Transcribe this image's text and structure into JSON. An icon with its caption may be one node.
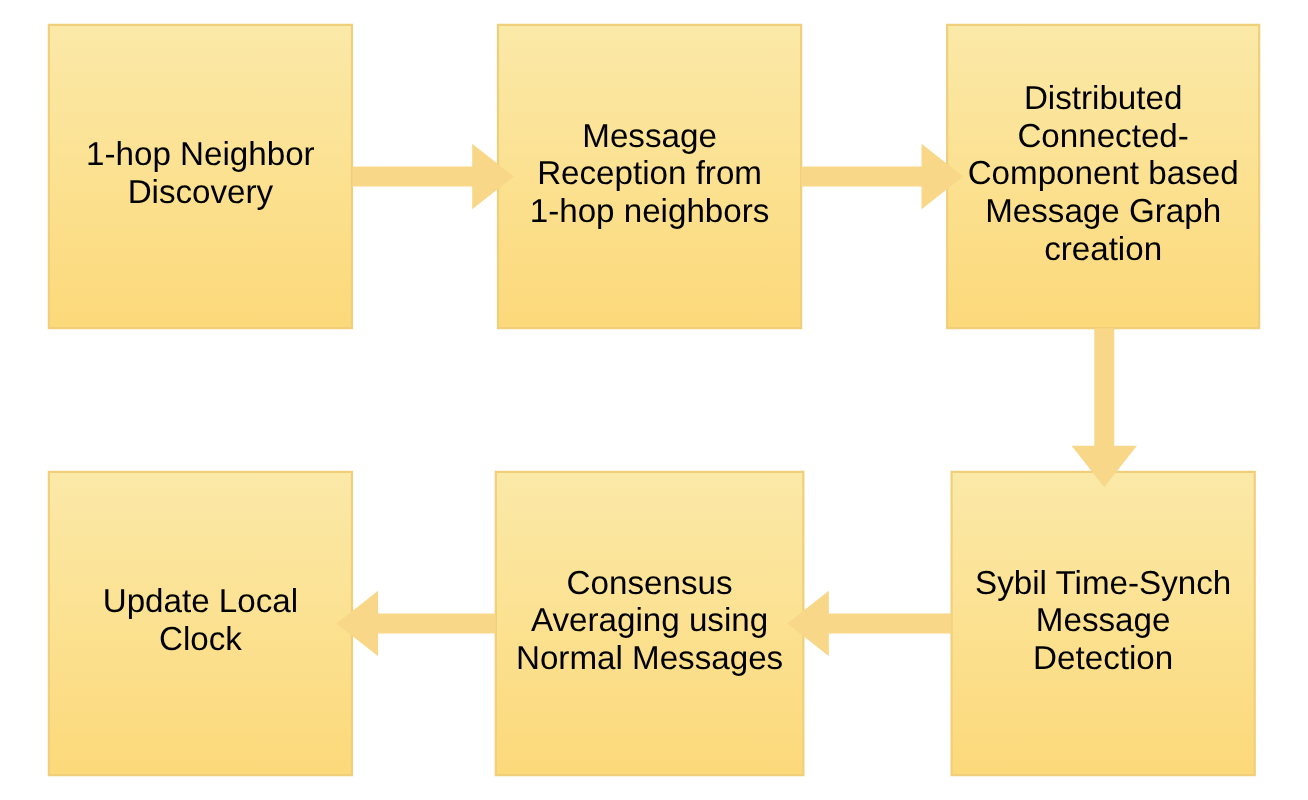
{
  "diagram": {
    "nodes": [
      {
        "text": [
          "1-hop Neighbor Discovery"
        ]
      },
      {
        "text": [
          "Message Reception from 1-hop neighbors"
        ]
      },
      {
        "text": [
          "Distributed Connected-Component based Message Graph creation"
        ]
      },
      {
        "text": [
          "Sybil Time-Synch Message Detection"
        ]
      },
      {
        "text": [
          "Consensus Averaging using Normal Messages"
        ]
      },
      {
        "text": [
          "Update Local Clock"
        ]
      }
    ],
    "edges": [
      {
        "from": 0,
        "to": 1,
        "arrow": "to"
      },
      {
        "from": 1,
        "to": 2,
        "arrow": "to"
      },
      {
        "from": 2,
        "to": 3,
        "arrow": "to"
      },
      {
        "from": 3,
        "to": 4,
        "arrow": "to"
      },
      {
        "from": 4,
        "to": 5,
        "arrow": "to"
      }
    ]
  }
}
